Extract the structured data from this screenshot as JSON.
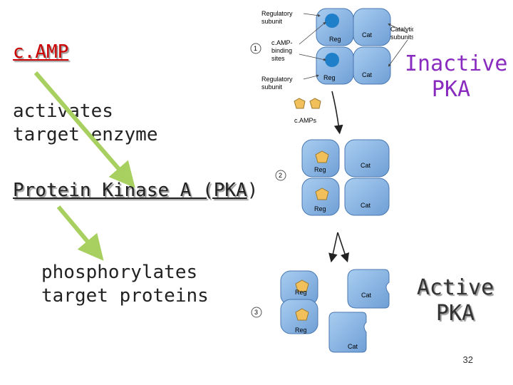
{
  "slide": {
    "camp": "c.AMP",
    "activates_line1": "activates",
    "activates_line2": "target enzyme",
    "pka_text": "Protein Kinase A (PKA",
    "pka_paren": ")",
    "phos_line1": "phosphorylates",
    "phos_line2": "target proteins",
    "inactive_line1": "Inactive",
    "inactive_line2": "PKA",
    "active_line1": "Active",
    "active_line2": "PKA",
    "page_number": "32"
  },
  "figure": {
    "step1": "1",
    "step2": "2",
    "step3": "3",
    "reg_sub_top_1": "Regulatory",
    "reg_sub_top_2": "subunit",
    "camp_binding_1": "c.AMP-",
    "camp_binding_2": "binding",
    "camp_binding_3": "sites",
    "reg_sub_bot_1": "Regulatory",
    "reg_sub_bot_2": "subunit",
    "catalytic_1": "Catalytic",
    "catalytic_2": "subunits",
    "camps": "c.AMPs",
    "reg": "Reg",
    "cat": "Cat"
  },
  "colors": {
    "camp_red": "#cc0000",
    "inactive_purple": "#8a2bbf",
    "arrow_green": "#a8d060",
    "subunit_blue": "#7aaee0",
    "camp_yellow": "#f2c05a"
  }
}
